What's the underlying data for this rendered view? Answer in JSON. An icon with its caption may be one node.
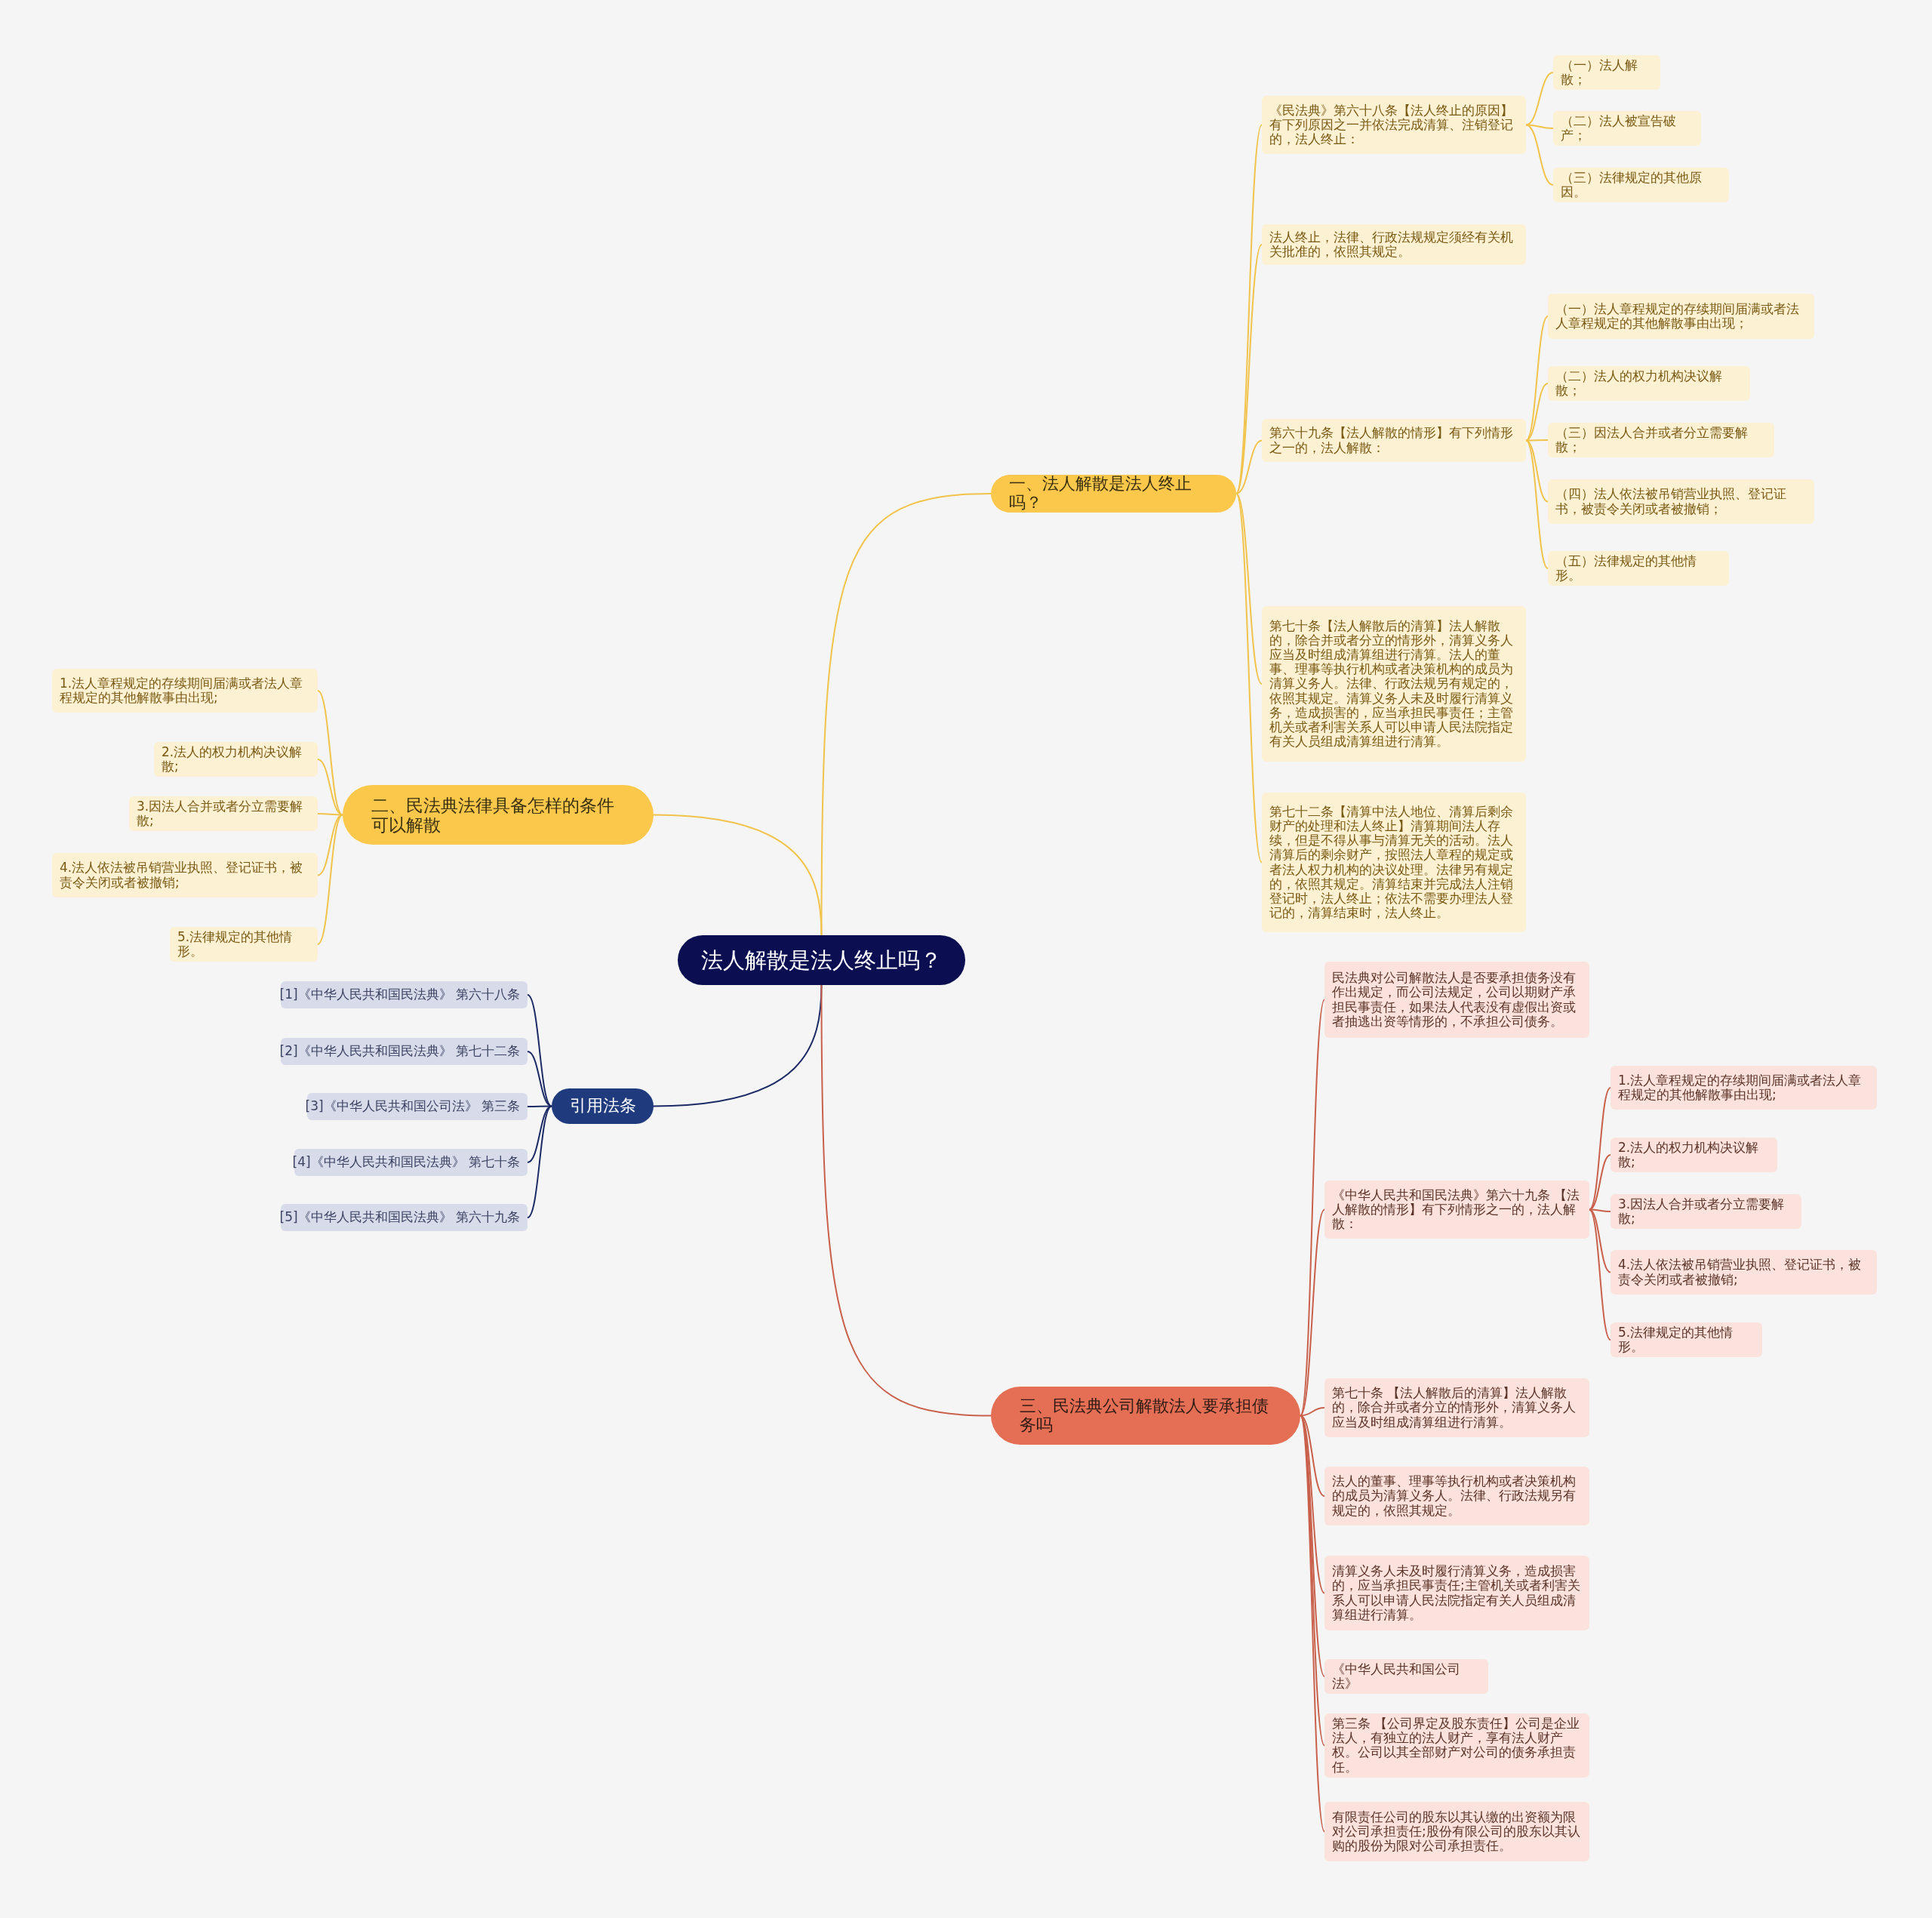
{
  "diagram": {
    "nodes": [
      {
        "text": [
          "法人解散是法人终止吗？"
        ]
      },
      {
        "text": [
          "一、法人解散是法人终止吗？"
        ]
      },
      {
        "text": [
          "《民法典》第六十八条【法人终止的原因】有下列原因之一并依法完成清算、注销登记的，法人终止："
        ]
      },
      {
        "text": [
          "（一）法人解散；"
        ]
      },
      {
        "text": [
          "（二）法人被宣告破产；"
        ]
      },
      {
        "text": [
          "（三）法律规定的其他原因。"
        ]
      },
      {
        "text": [
          "法人终止，法律、行政法规规定须经有关机关批准的，依照其规定。"
        ]
      },
      {
        "text": [
          "第六十九条【法人解散的情形】有下列情形之一的，法人解散："
        ]
      },
      {
        "text": [
          "（一）法人章程规定的存续期间届满或者法人章程规定的其他解散事由出现；"
        ]
      },
      {
        "text": [
          "（二）法人的权力机构决议解散；"
        ]
      },
      {
        "text": [
          "（三）因法人合并或者分立需要解散；"
        ]
      },
      {
        "text": [
          "（四）法人依法被吊销营业执照、登记证书，被责令关闭或者被撤销；"
        ]
      },
      {
        "text": [
          "（五）法律规定的其他情形。"
        ]
      },
      {
        "text": [
          "第七十条【法人解散后的清算】法人解散的，除合并或者分立的情形外，清算义务人应当及时组成清算组进行清算。法人的董事、理事等执行机构或者决策机构的成员为清算义务人。法律、行政法规另有规定的，依照其规定。清算义务人未及时履行清算义务，造成损害的，应当承担民事责任；主管机关或者利害关系人可以申请人民法院指定有关人员组成清算组进行清算。"
        ]
      },
      {
        "text": [
          "第七十二条【清算中法人地位、清算后剩余财产的处理和法人终止】清算期间法人存续，但是不得从事与清算无关的活动。法人清算后的剩余财产，按照法人章程的规定或者法人权力机构的决议处理。法律另有规定的，依照其规定。清算结束并完成法人注销登记时，法人终止；依法不需要办理法人登记的，清算结束时，法人终止。"
        ]
      },
      {
        "text": [
          "二、民法典法律具备怎样的条件可以解散"
        ]
      },
      {
        "text": [
          "1.法人章程规定的存续期间届满或者法人章程规定的其他解散事由出现;"
        ]
      },
      {
        "text": [
          "2.法人的权力机构决议解散;"
        ]
      },
      {
        "text": [
          "3.因法人合并或者分立需要解散;"
        ]
      },
      {
        "text": [
          "4.法人依法被吊销营业执照、登记证书，被责令关闭或者被撤销;"
        ]
      },
      {
        "text": [
          "5.法律规定的其他情形。"
        ]
      },
      {
        "text": [
          "引用法条"
        ]
      },
      {
        "text": [
          "[1]《中华人民共和国民法典》 第六十八条"
        ]
      },
      {
        "text": [
          "[2]《中华人民共和国民法典》 第七十二条"
        ]
      },
      {
        "text": [
          "[3]《中华人民共和国公司法》 第三条"
        ]
      },
      {
        "text": [
          "[4]《中华人民共和国民法典》 第七十条"
        ]
      },
      {
        "text": [
          "[5]《中华人民共和国民法典》 第六十九条"
        ]
      },
      {
        "text": [
          "三、民法典公司解散法人要承担债务吗"
        ]
      },
      {
        "text": [
          "民法典对公司解散法人是否要承担债务没有作出规定，而公司法规定，公司以期财产承担民事责任，如果法人代表没有虚假出资或者抽逃出资等情形的，不承担公司债务。"
        ]
      },
      {
        "text": [
          "《中华人民共和国民法典》第六十九条 【法人解散的情形】有下列情形之一的，法人解散："
        ]
      },
      {
        "text": [
          "1.法人章程规定的存续期间届满或者法人章程规定的其他解散事由出现;"
        ]
      },
      {
        "text": [
          "2.法人的权力机构决议解散;"
        ]
      },
      {
        "text": [
          "3.因法人合并或者分立需要解散;"
        ]
      },
      {
        "text": [
          "4.法人依法被吊销营业执照、登记证书，被责令关闭或者被撤销;"
        ]
      },
      {
        "text": [
          "5.法律规定的其他情形。"
        ]
      },
      {
        "text": [
          "第七十条 【法人解散后的清算】法人解散的，除合并或者分立的情形外，清算义务人应当及时组成清算组进行清算。"
        ]
      },
      {
        "text": [
          "法人的董事、理事等执行机构或者决策机构的成员为清算义务人。法律、行政法规另有规定的，依照其规定。"
        ]
      },
      {
        "text": [
          "清算义务人未及时履行清算义务，造成损害的，应当承担民事责任;主管机关或者利害关系人可以申请人民法院指定有关人员组成清算组进行清算。"
        ]
      },
      {
        "text": [
          "《中华人民共和国公司法》"
        ]
      },
      {
        "text": [
          "第三条 【公司界定及股东责任】公司是企业法人，有独立的法人财产，享有法人财产权。公司以其全部财产对公司的债务承担责任。"
        ]
      },
      {
        "text": [
          "有限责任公司的股东以其认缴的出资额为限对公司承担责任;股份有限公司的股东以其认购的股份为限对公司承担责任。"
        ]
      }
    ],
    "edges": [
      {
        "from": 0,
        "to": 1,
        "arrow": "none"
      },
      {
        "from": 1,
        "to": 2,
        "arrow": "none"
      },
      {
        "from": 2,
        "to": 3,
        "arrow": "none"
      },
      {
        "from": 2,
        "to": 4,
        "arrow": "none"
      },
      {
        "from": 2,
        "to": 5,
        "arrow": "none"
      },
      {
        "from": 1,
        "to": 6,
        "arrow": "none"
      },
      {
        "from": 1,
        "to": 7,
        "arrow": "none"
      },
      {
        "from": 7,
        "to": 8,
        "arrow": "none"
      },
      {
        "from": 7,
        "to": 9,
        "arrow": "none"
      },
      {
        "from": 7,
        "to": 10,
        "arrow": "none"
      },
      {
        "from": 7,
        "to": 11,
        "arrow": "none"
      },
      {
        "from": 7,
        "to": 12,
        "arrow": "none"
      },
      {
        "from": 1,
        "to": 13,
        "arrow": "none"
      },
      {
        "from": 1,
        "to": 14,
        "arrow": "none"
      },
      {
        "from": 0,
        "to": 15,
        "arrow": "none"
      },
      {
        "from": 15,
        "to": 16,
        "arrow": "none"
      },
      {
        "from": 15,
        "to": 17,
        "arrow": "none"
      },
      {
        "from": 15,
        "to": 18,
        "arrow": "none"
      },
      {
        "from": 15,
        "to": 19,
        "arrow": "none"
      },
      {
        "from": 15,
        "to": 20,
        "arrow": "none"
      },
      {
        "from": 0,
        "to": 21,
        "arrow": "none",
        "color": "#1c2a66"
      },
      {
        "from": 21,
        "to": 22,
        "arrow": "none",
        "color": "#1c2a66"
      },
      {
        "from": 21,
        "to": 23,
        "arrow": "none",
        "color": "#1c2a66"
      },
      {
        "from": 21,
        "to": 24,
        "arrow": "none",
        "color": "#1c2a66"
      },
      {
        "from": 21,
        "to": 25,
        "arrow": "none",
        "color": "#1c2a66"
      },
      {
        "from": 21,
        "to": 26,
        "arrow": "none",
        "color": "#1c2a66"
      },
      {
        "from": 0,
        "to": 27,
        "arrow": "none",
        "color": "#c9604b"
      },
      {
        "from": 27,
        "to": 28,
        "arrow": "none",
        "color": "#c9604b"
      },
      {
        "from": 27,
        "to": 29,
        "arrow": "none",
        "color": "#c9604b"
      },
      {
        "from": 29,
        "to": 30,
        "arrow": "none",
        "color": "#c9604b"
      },
      {
        "from": 29,
        "to": 31,
        "arrow": "none",
        "color": "#c9604b"
      },
      {
        "from": 29,
        "to": 32,
        "arrow": "none",
        "color": "#c9604b"
      },
      {
        "from": 29,
        "to": 33,
        "arrow": "none",
        "color": "#c9604b"
      },
      {
        "from": 29,
        "to": 34,
        "arrow": "none",
        "color": "#c9604b"
      },
      {
        "from": 27,
        "to": 35,
        "arrow": "none",
        "color": "#c9604b"
      },
      {
        "from": 27,
        "to": 36,
        "arrow": "none",
        "color": "#c9604b"
      },
      {
        "from": 27,
        "to": 37,
        "arrow": "none",
        "color": "#c9604b"
      },
      {
        "from": 27,
        "to": 38,
        "arrow": "none",
        "color": "#c9604b"
      },
      {
        "from": 27,
        "to": 39,
        "arrow": "none",
        "color": "#c9604b"
      },
      {
        "from": 27,
        "to": 40,
        "arrow": "none",
        "color": "#c9604b"
      }
    ]
  }
}
